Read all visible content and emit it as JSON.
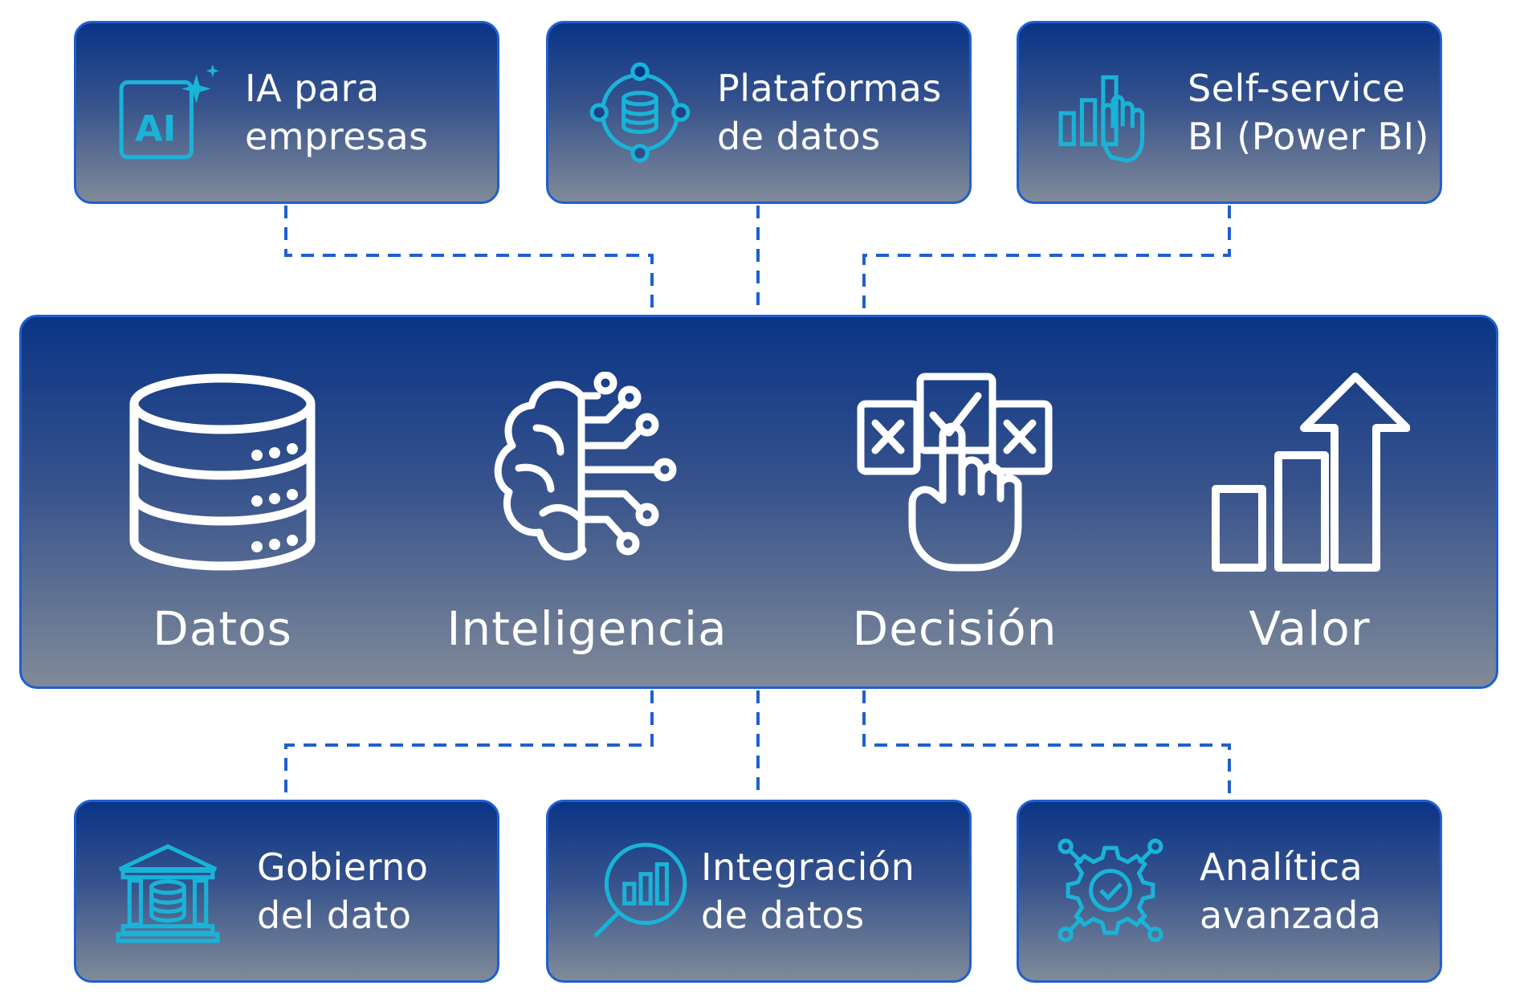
{
  "top_boxes": [
    {
      "line1": "IA para",
      "line2": "empresas",
      "icon": "ai-sparkle-icon"
    },
    {
      "line1": "Plataformas",
      "line2": "de datos",
      "icon": "database-network-icon"
    },
    {
      "line1": "Self-service",
      "line2": "BI (Power BI)",
      "icon": "bar-chart-hand-icon"
    }
  ],
  "pillars": [
    {
      "label": "Datos",
      "icon": "database-icon"
    },
    {
      "label": "Inteligencia",
      "icon": "brain-circuit-icon"
    },
    {
      "label": "Decisión",
      "icon": "checkbox-hand-icon"
    },
    {
      "label": "Valor",
      "icon": "growth-arrow-icon"
    }
  ],
  "bottom_boxes": [
    {
      "line1": "Gobierno",
      "line2": "del dato",
      "icon": "building-database-icon"
    },
    {
      "line1": "Integración",
      "line2": "de datos",
      "icon": "magnifier-chart-icon"
    },
    {
      "line1": "Analítica",
      "line2": "avanzada",
      "icon": "gear-check-icon"
    }
  ],
  "colors": {
    "box_top": "#0a3486",
    "box_bottom": "#808a99",
    "border": "#1f5fd0",
    "icon_cyan": "#19b3d8",
    "connector": "#1f5fd0"
  }
}
